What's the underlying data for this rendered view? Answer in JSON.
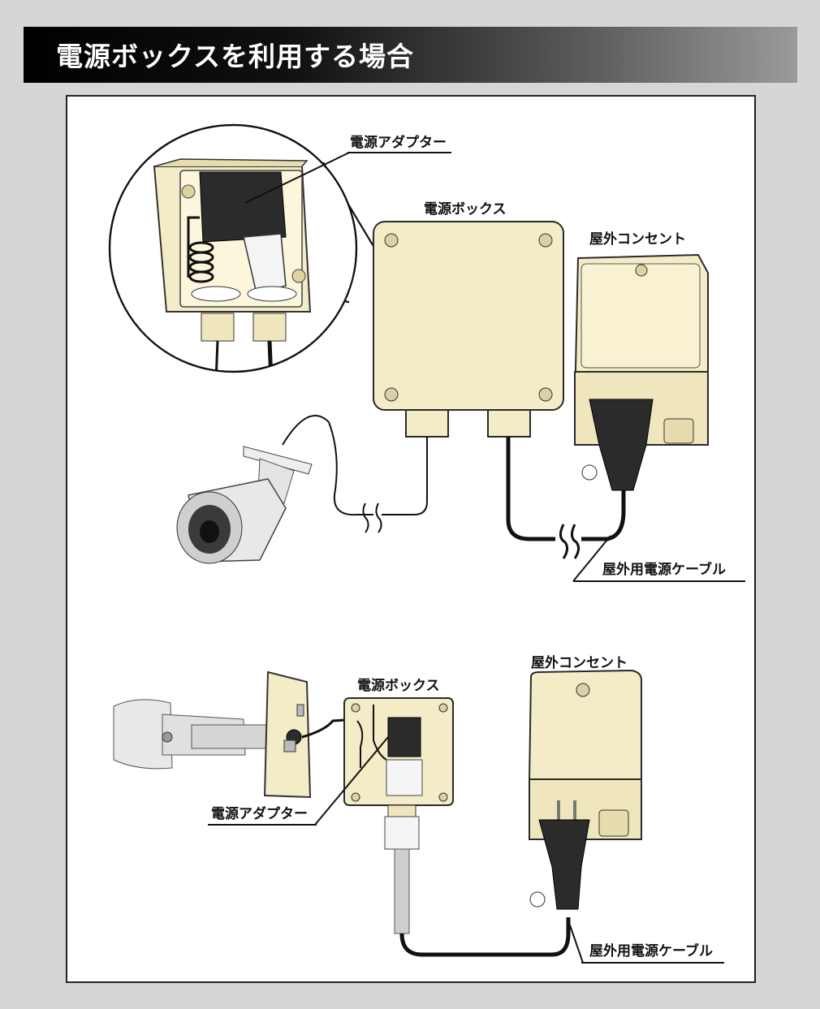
{
  "title": "電源ボックスを利用する場合",
  "top_diagram": {
    "callout_adapter": "電源アダプター",
    "power_box": "電源ボックス",
    "outdoor_outlet": "屋外コンセント",
    "outdoor_cable": "屋外用電源ケーブル"
  },
  "bottom_diagram": {
    "power_box": "電源ボックス",
    "outdoor_outlet": "屋外コンセント",
    "adapter": "電源アダプター",
    "outdoor_cable": "屋外用電源ケーブル"
  },
  "colors": {
    "box_fill": "#f3ecc7",
    "box_stroke": "#2a2a2a",
    "banner_dark": "#000000",
    "banner_light": "#9a9a9a"
  }
}
